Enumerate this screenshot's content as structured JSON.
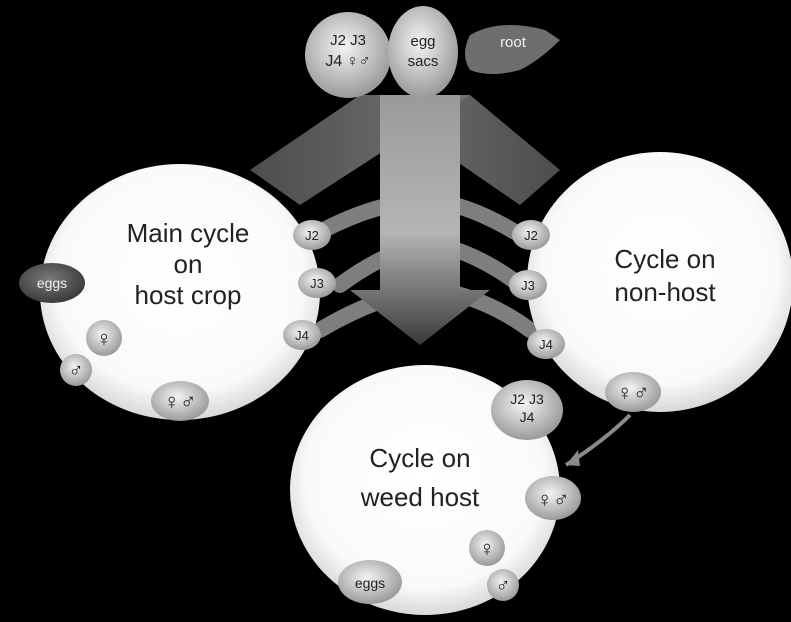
{
  "diagram": {
    "top": {
      "stages_line1": "J2 J3",
      "stages_line2": "J4 ♀♂",
      "egg_sacs_line1": "egg",
      "egg_sacs_line2": "sacs",
      "root_label": "root"
    },
    "main_cycle": {
      "line1": "Main cycle",
      "line2": "on",
      "line3": "host crop",
      "eggs": "eggs",
      "female": "♀",
      "male": "♂",
      "pair": "♀♂"
    },
    "non_host": {
      "line1": "Cycle on",
      "line2": "non-host",
      "pair": "♀♂"
    },
    "weed_host": {
      "line1": "Cycle on",
      "line2": "weed host",
      "stages_line1": "J2 J3",
      "stages_line2": "J4",
      "pair": "♀♂",
      "female": "♀",
      "male": "♂",
      "eggs": "eggs"
    },
    "juveniles": {
      "j2": "J2",
      "j3": "J3",
      "j4": "J4"
    }
  }
}
